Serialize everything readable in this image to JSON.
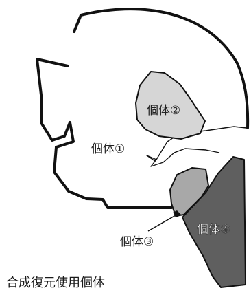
{
  "labels": {
    "individual_1": "個体①",
    "individual_2": "個体②",
    "individual_3": "個体③",
    "individual_4": "個体④"
  },
  "caption": "合成復元使用個体",
  "colors": {
    "outline": "#111111",
    "individual_1_fill": "#ffffff",
    "individual_2_fill": "#d6d6d6",
    "individual_3_fill": "#a8a8a8",
    "individual_4_fill": "#5f5f5f"
  }
}
